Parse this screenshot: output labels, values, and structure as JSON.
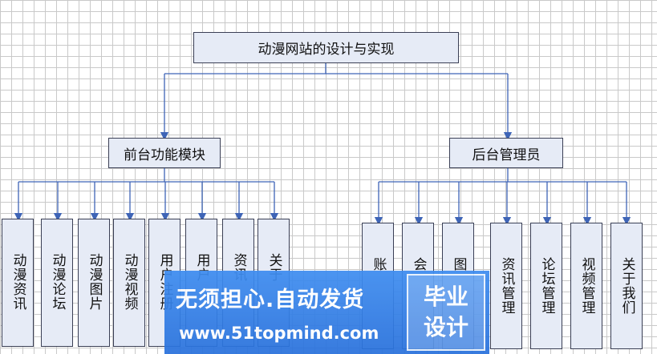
{
  "diagram": {
    "root": "动漫网站的设计与实现",
    "front": {
      "label": "前台功能模块",
      "children": [
        "动漫资讯",
        "动漫论坛",
        "动漫图片",
        "动漫视频",
        "用户注册",
        "用户",
        "资讯",
        "关于"
      ]
    },
    "back": {
      "label": "后台管理员",
      "children": [
        "账",
        "会",
        "图",
        "资讯管理",
        "论坛管理",
        "视频管理",
        "关于我们"
      ]
    }
  },
  "watermark": {
    "slogan": "无须担心.自动发货",
    "site": "www.51topmind.com",
    "badge_top": "毕业",
    "badge_bottom": "设计"
  },
  "colors": {
    "box_fill": "#e6ebf6",
    "connector": "#3e64b6",
    "watermark": "#2f7fe8"
  }
}
